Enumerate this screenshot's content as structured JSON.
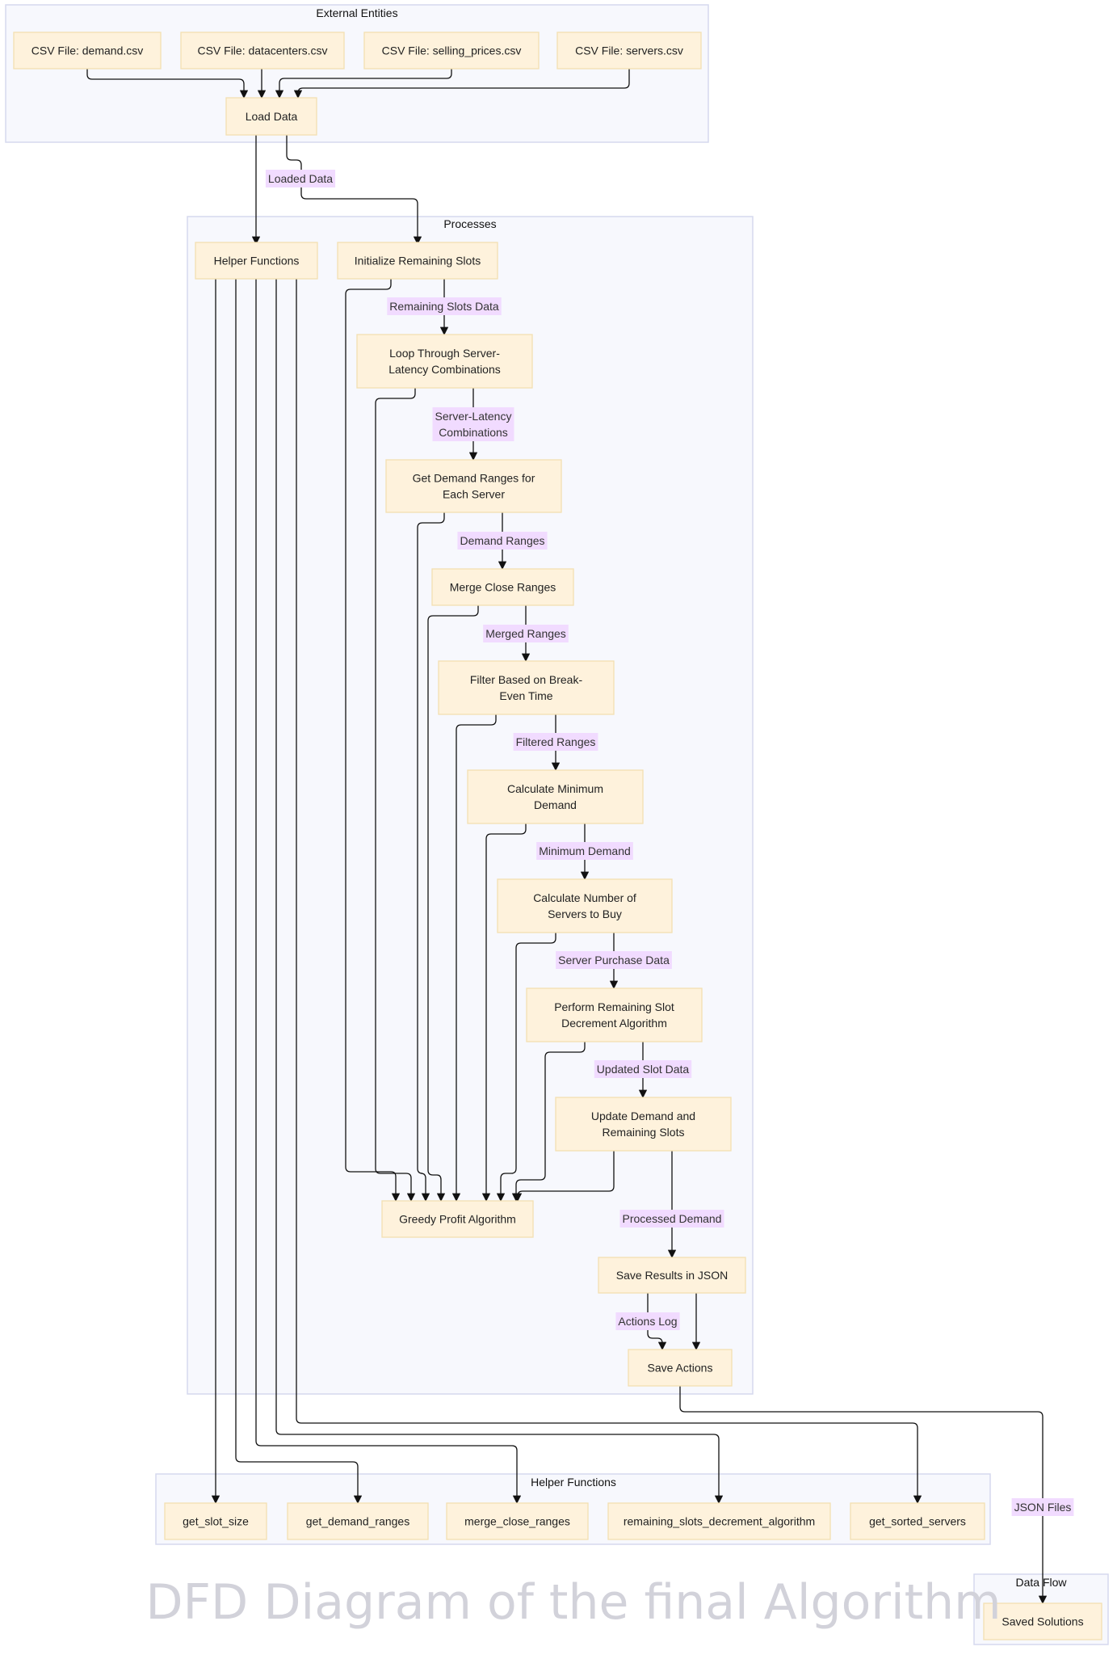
{
  "title": "DFD Diagram of the final Algorithm",
  "colors": {
    "group_fill": "#f7f8fd",
    "group_stroke": "#d5d9ee",
    "node_fill": "#fef2dc",
    "node_stroke": "#f3dfb2",
    "label_bg": "#f1dbff",
    "edge": "#111111"
  },
  "groups": {
    "external": "External Entities",
    "processes": "Processes",
    "helpers": "Helper Functions",
    "dataflow": "Data Flow"
  },
  "nodes": {
    "demand_csv": [
      "CSV File: demand.csv"
    ],
    "datacenters_csv": [
      "CSV File: datacenters.csv"
    ],
    "selling_prices_csv": [
      "CSV File: selling_prices.csv"
    ],
    "servers_csv": [
      "CSV File: servers.csv"
    ],
    "load_data": [
      "Load Data"
    ],
    "helper_functions": [
      "Helper Functions"
    ],
    "init_slots": [
      "Initialize Remaining Slots"
    ],
    "loop_combos": [
      "Loop Through Server-",
      "Latency Combinations"
    ],
    "get_demand_ranges_each": [
      "Get Demand Ranges for",
      "Each Server"
    ],
    "merge_close": [
      "Merge Close Ranges"
    ],
    "filter_break_even": [
      "Filter Based on Break-",
      "Even Time"
    ],
    "calc_min_demand": [
      "Calculate Minimum",
      "Demand"
    ],
    "calc_num_servers": [
      "Calculate Number of",
      "Servers to Buy"
    ],
    "perform_decrement": [
      "Perform Remaining Slot",
      "Decrement Algorithm"
    ],
    "update_demand": [
      "Update Demand and",
      "Remaining Slots"
    ],
    "greedy": [
      "Greedy Profit Algorithm"
    ],
    "save_json": [
      "Save Results in JSON"
    ],
    "save_actions": [
      "Save Actions"
    ],
    "h_slot_size": [
      "get_slot_size"
    ],
    "h_demand_ranges": [
      "get_demand_ranges"
    ],
    "h_merge": [
      "merge_close_ranges"
    ],
    "h_decrement": [
      "remaining_slots_decrement_algorithm"
    ],
    "h_sorted": [
      "get_sorted_servers"
    ],
    "saved_solutions": [
      "Saved Solutions"
    ]
  },
  "edge_labels": {
    "loaded_data": [
      "Loaded Data"
    ],
    "remaining_slots_data": [
      "Remaining Slots Data"
    ],
    "server_latency": [
      "Server-Latency",
      "Combinations"
    ],
    "demand_ranges": [
      "Demand Ranges"
    ],
    "merged_ranges": [
      "Merged Ranges"
    ],
    "filtered_ranges": [
      "Filtered Ranges"
    ],
    "minimum_demand": [
      "Minimum Demand"
    ],
    "server_purchase": [
      "Server Purchase Data"
    ],
    "updated_slot": [
      "Updated Slot Data"
    ],
    "processed_demand": [
      "Processed Demand"
    ],
    "actions_log": [
      "Actions Log"
    ],
    "json_files": [
      "JSON Files"
    ]
  }
}
